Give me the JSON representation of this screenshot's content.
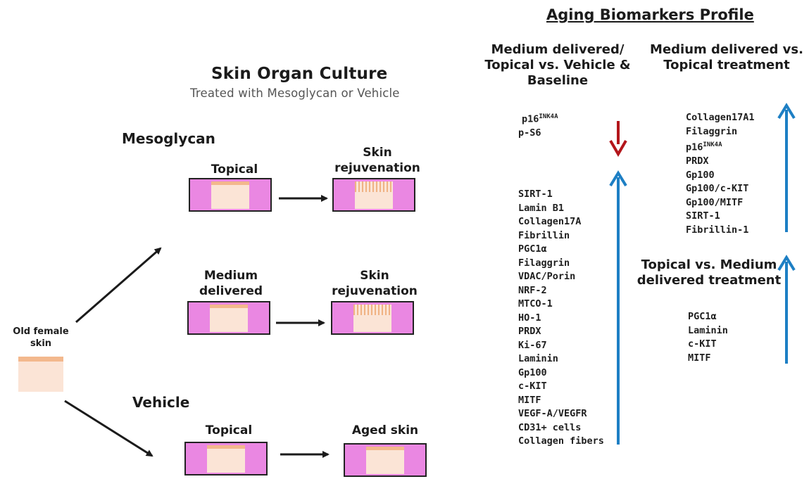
{
  "culture": {
    "title": "Skin Organ Culture",
    "subtitle": "Treated with Mesoglycan or Vehicle"
  },
  "source_label": "Old female skin",
  "mesoglycan": {
    "label": "Mesoglycan",
    "topical_label": "Topical",
    "topical_result": "Skin rejuvenation",
    "medium_label": "Medium delivered",
    "medium_result": "Skin rejuvenation"
  },
  "vehicle": {
    "label": "Vehicle",
    "topical_label": "Topical",
    "topical_result": "Aged skin"
  },
  "biomarkers": {
    "title": "Aging Biomarkers Profile",
    "col1_header": "Medium delivered/ Topical vs. Vehicle & Baseline",
    "col1_down": [
      {
        "base": "p16",
        "sup": "INK4A"
      },
      {
        "base": "p-S6",
        "sup": ""
      }
    ],
    "col1_up": [
      "SIRT-1",
      "Lamin B1",
      "Collagen17A",
      "Fibrillin",
      "PGC1α",
      "Filaggrin",
      "VDAC/Porin",
      "NRF-2",
      "MTCO-1",
      "HO-1",
      "PRDX",
      "Ki-67",
      "Laminin",
      "Gp100",
      "c-KIT",
      "MITF",
      "VEGF-A/VEGFR",
      "CD31+ cells",
      "Collagen fibers"
    ],
    "col2_header": "Medium delivered vs. Topical treatment",
    "col2_up": [
      {
        "base": "Collagen17A1",
        "sup": ""
      },
      {
        "base": "Filaggrin",
        "sup": ""
      },
      {
        "base": "p16",
        "sup": "INK4A"
      },
      {
        "base": "PRDX",
        "sup": ""
      },
      {
        "base": "Gp100",
        "sup": ""
      },
      {
        "base": "Gp100/c-KIT",
        "sup": ""
      },
      {
        "base": "Gp100/MITF",
        "sup": ""
      },
      {
        "base": "SIRT-1",
        "sup": ""
      },
      {
        "base": "Fibrillin-1",
        "sup": ""
      }
    ],
    "col3_header": "Topical vs. Medium delivered treatment",
    "col3_up": [
      "PGC1α",
      "Laminin",
      "c-KIT",
      "MITF"
    ]
  },
  "colors": {
    "well_pink": "#ea87e2",
    "tissue": "#fbe4d6",
    "epidermis": "#f3b88d",
    "up_arrow": "#1d7fc4",
    "down_arrow": "#b3161b"
  }
}
